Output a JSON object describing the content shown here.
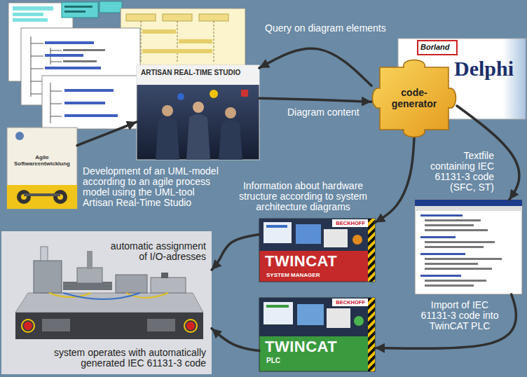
{
  "diagram": {
    "nodes": [
      {
        "text": [
          "ARTISAN REAL-TIME STUDIO"
        ]
      },
      {
        "text": [
          "Agile Softwareentwicklung"
        ]
      },
      {
        "text": [
          "Borland",
          "Delphi"
        ]
      },
      {
        "text": [
          "code- generator"
        ]
      },
      {
        "text": [
          "Textfile containing IEC 61131-3 code (SFC, ST)"
        ]
      },
      {
        "text": [
          "BECKHOFF",
          "TWINCAT",
          "SYSTEM MANAGER"
        ]
      },
      {
        "text": [
          "BECKHOFF",
          "TWINCAT",
          "PLC"
        ]
      },
      {
        "text": [
          "automatic assignment of I/O-adresses",
          "system operates with automatically generated IEC 61131-3 code"
        ]
      }
    ],
    "edges": [
      {
        "from": 3,
        "to": 0,
        "label": "Query on diagram elements",
        "arrow": "to"
      },
      {
        "from": 0,
        "to": 3,
        "label": "Diagram content",
        "arrow": "to"
      },
      {
        "from": 1,
        "to": 0,
        "label": "Development of an UML-model according to an agile process model using the UML-tool Artisan Real-Time Studio",
        "arrow": "to"
      },
      {
        "from": 3,
        "to": 5,
        "label": "Information about hardware structure according to system architecture diagrams",
        "arrow": "to"
      },
      {
        "from": 3,
        "to": 4,
        "arrow": "to"
      },
      {
        "from": 4,
        "to": 6,
        "label": "Import of IEC 61131-3 code into TwinCAT PLC",
        "arrow": "to"
      },
      {
        "from": 5,
        "to": 7,
        "arrow": "to"
      },
      {
        "from": 6,
        "to": 7,
        "arrow": "to"
      }
    ]
  }
}
